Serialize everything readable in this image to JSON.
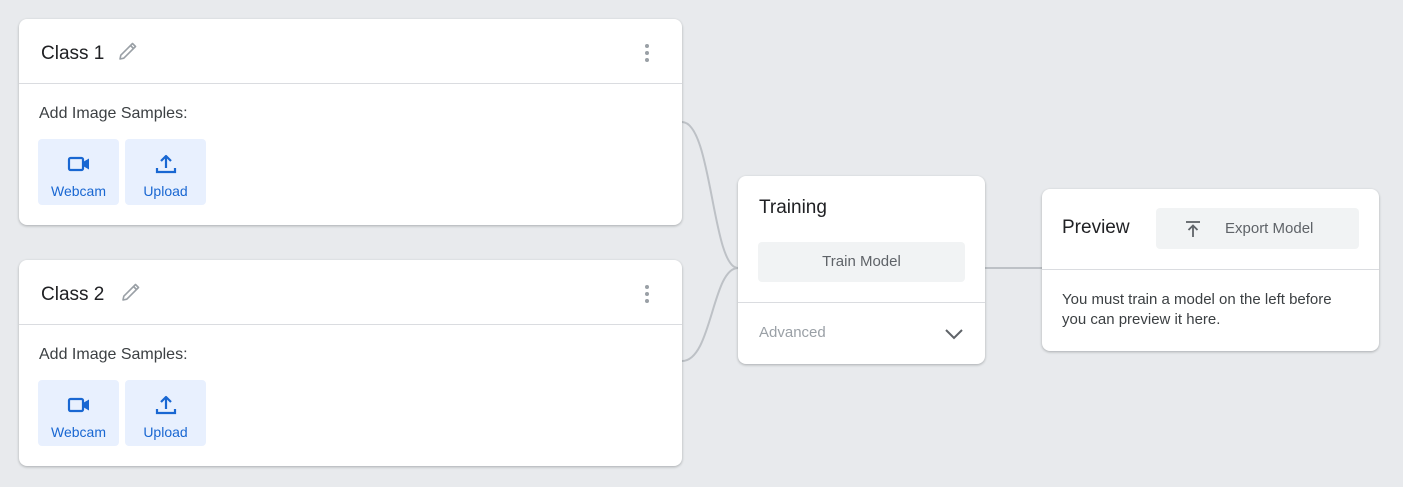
{
  "classes": [
    {
      "title": "Class 1",
      "samples_label": "Add Image Samples:",
      "webcam_label": "Webcam",
      "upload_label": "Upload"
    },
    {
      "title": "Class 2",
      "samples_label": "Add Image Samples:",
      "webcam_label": "Webcam",
      "upload_label": "Upload"
    }
  ],
  "training": {
    "title": "Training",
    "train_button": "Train Model",
    "advanced_label": "Advanced"
  },
  "preview": {
    "title": "Preview",
    "export_button": "Export Model",
    "message": "You must train a model on the left before you can preview it here."
  },
  "colors": {
    "background": "#e8eaed",
    "accent_blue": "#1967d2",
    "sample_button_bg": "#e8f0fe",
    "neutral_button_bg": "#f1f3f4",
    "connector": "#bdc1c6"
  },
  "icons": {
    "edit": "pencil-icon",
    "more": "more-vert-icon",
    "webcam": "videocam-icon",
    "upload": "upload-icon",
    "chevron": "chevron-down-icon",
    "export": "export-icon"
  }
}
